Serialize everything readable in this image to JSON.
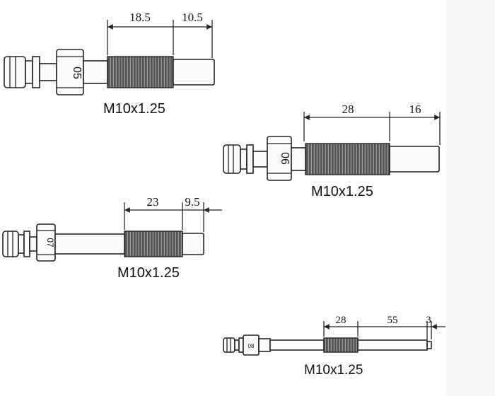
{
  "parts": [
    {
      "id": "05",
      "dims": [
        "18.5",
        "10.5"
      ],
      "thread_spec": "M10x1.25"
    },
    {
      "id": "06",
      "dims": [
        "28",
        "16"
      ],
      "thread_spec": "M10x1.25"
    },
    {
      "id": "07",
      "dims": [
        "23",
        "9.5"
      ],
      "thread_spec": "M10x1.25"
    },
    {
      "id": "08",
      "dims": [
        "28",
        "55",
        "3"
      ],
      "thread_spec": "M10x1.25"
    }
  ]
}
